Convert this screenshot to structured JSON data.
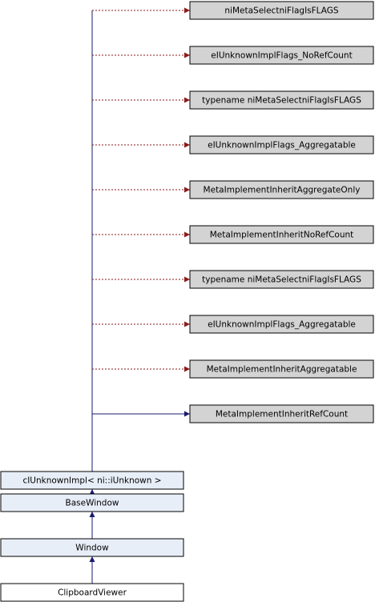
{
  "colors": {
    "template_fill": "#d3d3d3",
    "class_fill": "#e8eef8",
    "current_fill": "#ffffff",
    "inherit_edge": "#191970",
    "template_edge": "#8b1a1a"
  },
  "template_nodes": [
    {
      "label": "niMetaSelectniFlagIsFLAGS"
    },
    {
      "label": "eIUnknownImplFlags_NoRefCount"
    },
    {
      "label": "typename niMetaSelectniFlagIsFLAGS"
    },
    {
      "label": "eIUnknownImplFlags_Aggregatable"
    },
    {
      "label": "MetaImplementInheritAggregateOnly"
    },
    {
      "label": "MetaImplementInheritNoRefCount"
    },
    {
      "label": "typename niMetaSelectniFlagIsFLAGS"
    },
    {
      "label": "eIUnknownImplFlags_Aggregatable"
    },
    {
      "label": "MetaImplementInheritAggregatable"
    },
    {
      "label": "MetaImplementInheritRefCount"
    }
  ],
  "class_nodes": [
    {
      "label": "cIUnknownImpl< ni::iUnknown >"
    },
    {
      "label": "BaseWindow"
    },
    {
      "label": "Window"
    },
    {
      "label": "ClipboardViewer"
    }
  ]
}
